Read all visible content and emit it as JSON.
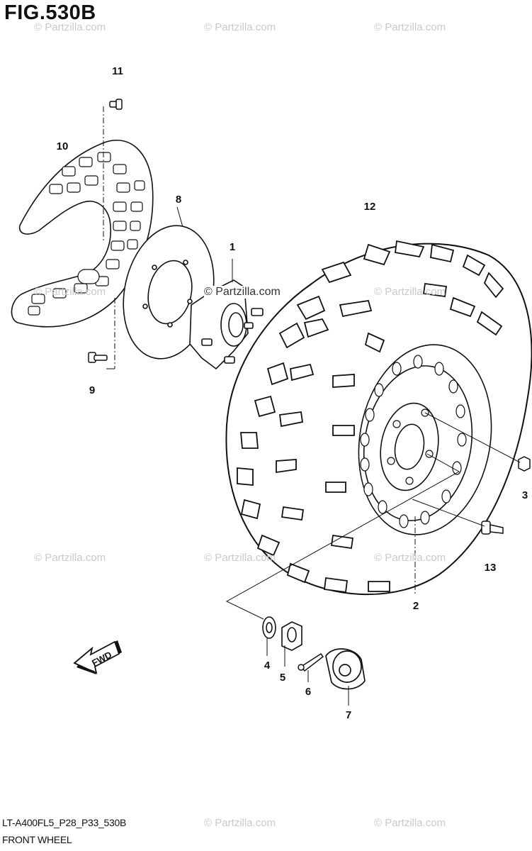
{
  "header": {
    "figure_title": "FIG.530B"
  },
  "footer": {
    "model_code": "LT-A400FL5_P28_P33_530B",
    "section_name": "FRONT WHEEL"
  },
  "watermark": {
    "text": "© Partzilla.com",
    "center_text": "© Partzilla.com"
  },
  "fwd_arrow": {
    "label": "FWD"
  },
  "callouts": {
    "c1": "1",
    "c2": "2",
    "c3": "3",
    "c4": "4",
    "c5": "5",
    "c6": "6",
    "c7": "7",
    "c8": "8",
    "c9": "9",
    "c10": "10",
    "c11": "11",
    "c12": "12",
    "c13": "13"
  },
  "colors": {
    "line": "#111111",
    "watermark": "#c9c9c9",
    "background": "#ffffff"
  }
}
